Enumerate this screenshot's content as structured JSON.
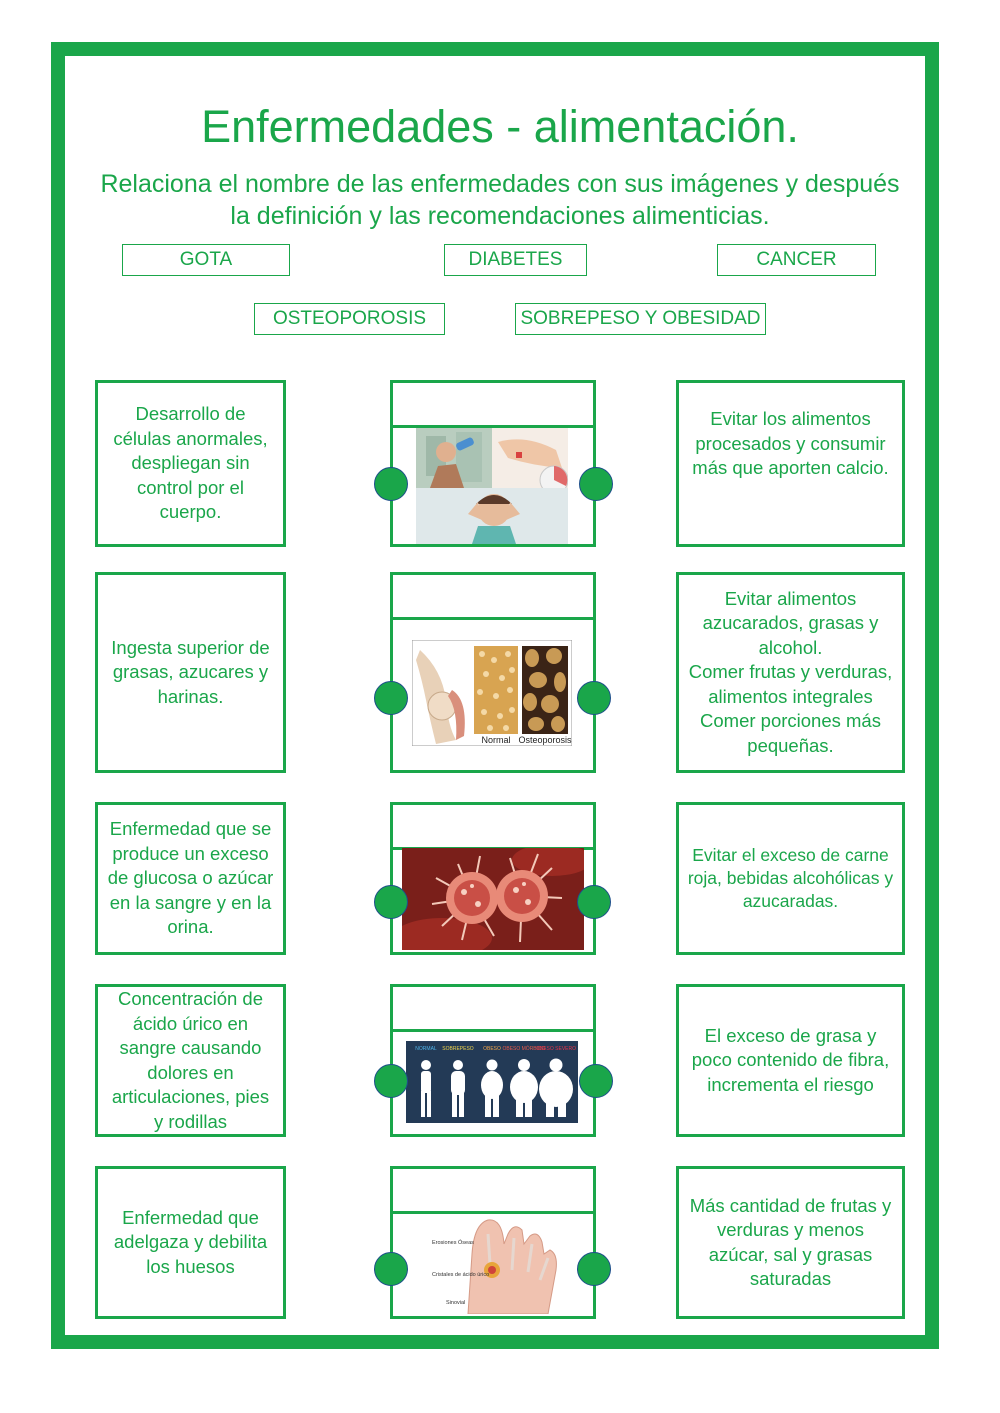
{
  "title": "Enfermedades - alimentación.",
  "subtitle": "Relaciona el nombre de las enfermedades con sus imágenes y después la definición y las recomendaciones alimenticias.",
  "labels": [
    "GOTA",
    "DIABETES",
    "CANCER",
    "OSTEOPOROSIS",
    "SOBREPESO Y OBESIDAD"
  ],
  "definitions": [
    "Desarrollo de células anormales, despliegan sin control por el cuerpo.",
    "Ingesta superior de grasas, azucares y harinas.",
    "Enfermedad que se produce un exceso de glucosa o azúcar en la sangre y en la orina.",
    "Concentración de ácido úrico en sangre causando dolores en articulaciones, pies y rodillas",
    "Enfermedad que adelgaza y debilita los huesos"
  ],
  "recommendations": [
    "Evitar los alimentos procesados y consumir más que aporten calcio.",
    "Evitar alimentos azucarados, grasas y alcohol.\nComer frutas y verduras, alimentos integrales\nComer porciones más pequeñas.",
    "Evitar el exceso de carne roja, bebidas alcohólicas y azucaradas.",
    "El exceso de grasa y poco contenido de fibra, incrementa el riesgo",
    "Más cantidad de frutas y verduras y menos azúcar, sal y grasas saturadas"
  ],
  "image_texts": {
    "osteo_normal": "Normal",
    "osteo_osteoporosis": "Osteoporosis",
    "obesity_categories": [
      "NORMAL",
      "SOBREPESO",
      "OBESO",
      "OBESO MÓRBIDO",
      "OBESO SEVERO"
    ],
    "gout_labels": [
      "Erosiones Óseas",
      "Cristales de ácido úrico",
      "Sinovial"
    ]
  },
  "colors": {
    "accent": "#1aa64a",
    "dot_border": "#1d4f8a",
    "obesity_bg": "#233a56"
  }
}
